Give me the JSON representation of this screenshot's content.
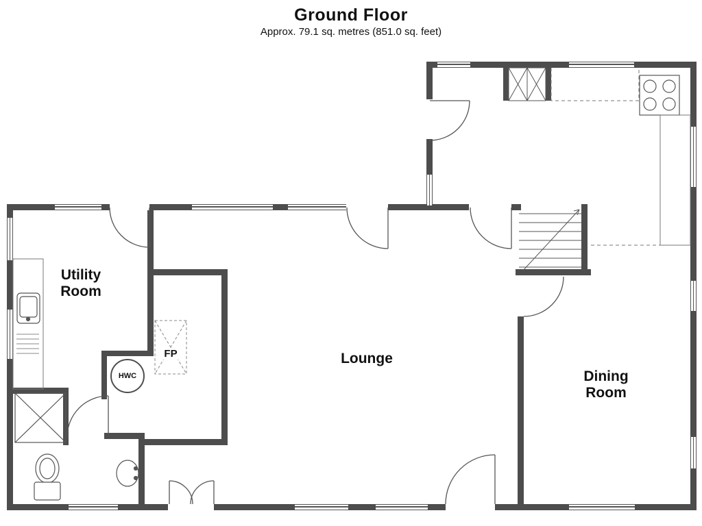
{
  "header": {
    "title": "Ground Floor",
    "subtitle": "Approx. 79.1 sq. metres (851.0 sq. feet)"
  },
  "rooms": {
    "utility": {
      "line1": "Utility",
      "line2": "Room"
    },
    "lounge": {
      "label": "Lounge"
    },
    "dining": {
      "line1": "Dining",
      "line2": "Room"
    },
    "fireplace": {
      "label": "FP"
    },
    "hot_water_cylinder": {
      "label": "HWC"
    }
  },
  "colors": {
    "wall": "#4d4d4d",
    "line": "#555555",
    "background": "#ffffff"
  }
}
